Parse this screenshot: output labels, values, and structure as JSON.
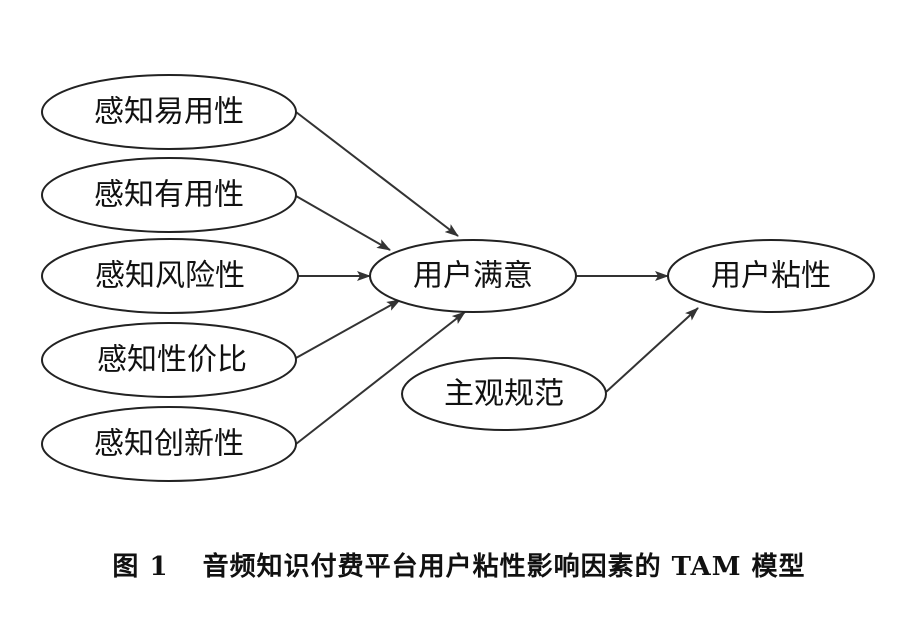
{
  "diagram": {
    "nodes": {
      "ease_of_use": "感知易用性",
      "usefulness": "感知有用性",
      "risk": "感知风险性",
      "value": "感知性价比",
      "innovation": "感知创新性",
      "satisfaction": "用户满意",
      "subjective_norm": "主观规范",
      "stickiness": "用户粘性"
    }
  },
  "caption": {
    "figure_number": "图 1",
    "title": "音频知识付费平台用户粘性影响因素的 TAM 模型"
  }
}
